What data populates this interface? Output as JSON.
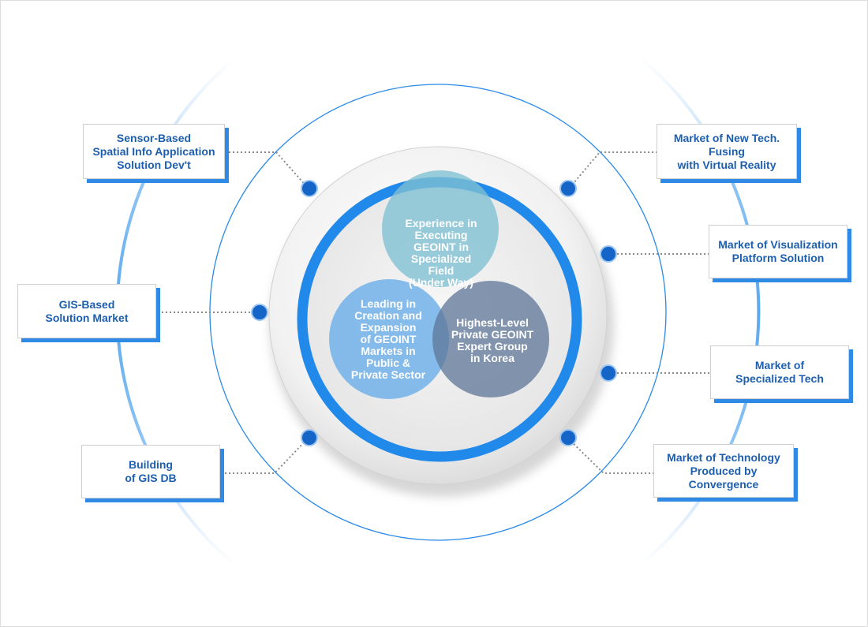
{
  "center": {
    "top": "Experience in\nExecuting\nGEOINT in\nSpecialized\nField\n(Under Way)",
    "left": "Leading in\nCreation  and\nExpansion\nof GEOINT\nMarkets in\nPublic &\nPrivate Sector",
    "right": "Highest-Level\nPrivate  GEOINT\nExpert  Group\nin Korea"
  },
  "left_boxes": [
    "Sensor-Based\nSpatial Info Application\nSolution Dev't",
    "GIS-Based\nSolution Market",
    "Building\nof GIS DB"
  ],
  "right_boxes": [
    "Market of New Tech.\nFusing\nwith Virtual Reality",
    "Market of Visualization\nPlatform Solution",
    "Market of\nSpecialized Tech",
    "Market of Technology\nProduced by\nConvergence"
  ],
  "colors": {
    "ring_blue": "#2189ea",
    "dot_blue": "#1565c8",
    "circle_top": "#7fc0d2",
    "circle_left": "#6aaee8",
    "circle_right": "#6c82a0",
    "box_text": "#1d5fae"
  }
}
